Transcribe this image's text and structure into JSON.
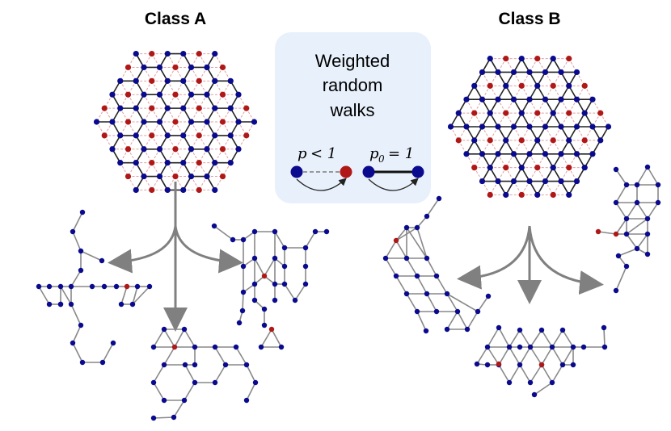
{
  "titles": {
    "class_a": "Class A",
    "class_b": "Class B"
  },
  "legend": {
    "line1": "Weighted",
    "line2": "random",
    "line3": "walks",
    "dashed_edge_p": "p",
    "dashed_edge_rel": "< 1",
    "solid_edge_p": "p",
    "solid_edge_sub": "0",
    "solid_edge_rel": "= 1"
  },
  "colors": {
    "node_blue": "#0a0a8f",
    "node_red": "#b01818",
    "solid_edge": "#222222",
    "dashed_edge": "#e0a0a0",
    "sample_edge": "#888888",
    "arrow": "#808080",
    "legend_bg": "#e8f0fb"
  }
}
